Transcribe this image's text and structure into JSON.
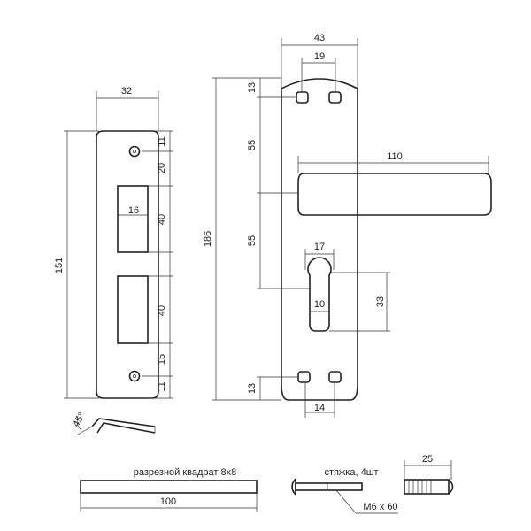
{
  "strike_plate": {
    "width": "32",
    "height": "151",
    "hole_top_offset": "11",
    "top_gap": "20",
    "slot_width": "16",
    "slot_upper": "40",
    "slot_lower": "40",
    "bottom_gap": "15",
    "hole_bottom_offset": "11",
    "bend_angle": "45°"
  },
  "handle_plate": {
    "width": "43",
    "hole_spacing_top": "19",
    "hole_offset_top": "13",
    "lever_length": "110",
    "height": "186",
    "upper_distance": "55",
    "lower_distance": "55",
    "cylinder_width": "17",
    "cylinder_pin": "10",
    "cylinder_height": "33",
    "hole_offset_bottom": "13",
    "hole_spacing_bottom": "14"
  },
  "spindle": {
    "caption": "разрезной квадрат 8х8",
    "length": "100"
  },
  "screws": {
    "caption": "стяжка, 4шт",
    "size": "М6 х 60",
    "length": "25"
  }
}
